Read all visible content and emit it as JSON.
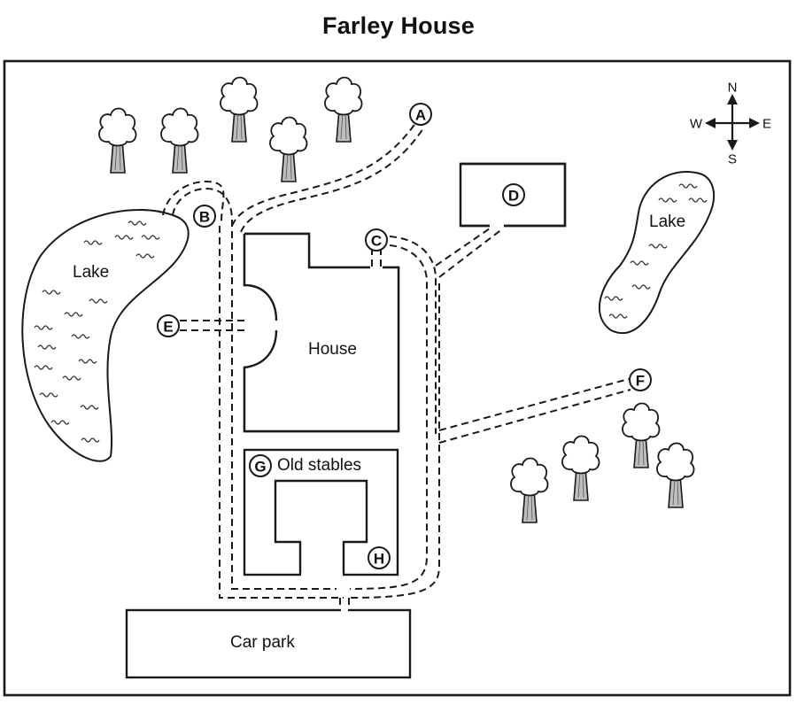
{
  "title": "Farley House",
  "compass": {
    "north": "N",
    "south": "S",
    "east": "E",
    "west": "W"
  },
  "areas": {
    "house": "House",
    "old_stables": "Old stables",
    "car_park": "Car park",
    "lake_west": "Lake",
    "lake_east": "Lake"
  },
  "markers": [
    {
      "id": "A",
      "label": "A"
    },
    {
      "id": "B",
      "label": "B"
    },
    {
      "id": "C",
      "label": "C"
    },
    {
      "id": "D",
      "label": "D"
    },
    {
      "id": "E",
      "label": "E"
    },
    {
      "id": "F",
      "label": "F"
    },
    {
      "id": "G",
      "label": "G"
    },
    {
      "id": "H",
      "label": "H"
    }
  ],
  "tree_groups": [
    {
      "name": "north-woods",
      "count": 5
    },
    {
      "name": "south-east-woods",
      "count": 4
    }
  ]
}
